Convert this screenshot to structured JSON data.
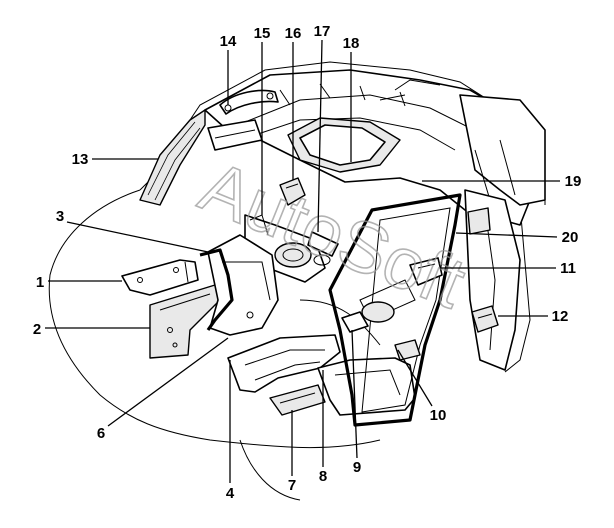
{
  "diagram": {
    "callouts": [
      "1",
      "2",
      "3",
      "4",
      "6",
      "7",
      "8",
      "9",
      "10",
      "11",
      "12",
      "13",
      "14",
      "15",
      "16",
      "17",
      "18",
      "19",
      "20"
    ]
  },
  "watermark": {
    "text": "AutoSoft"
  }
}
